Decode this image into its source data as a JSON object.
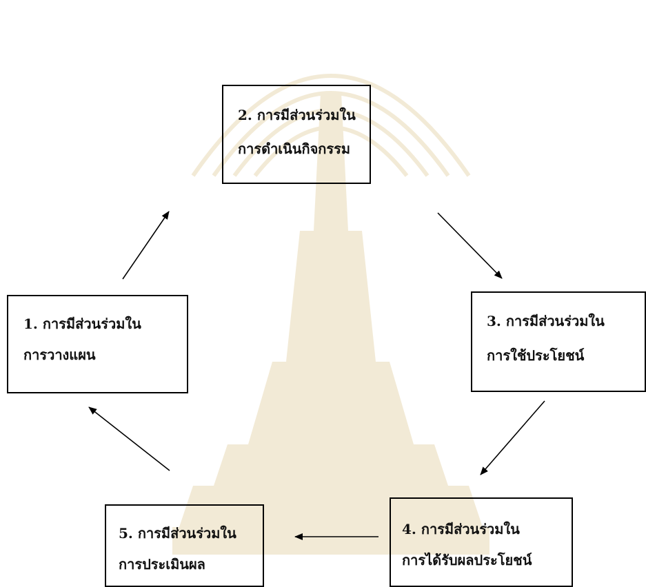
{
  "steps": [
    {
      "line1": "2. การมีส่วนร่วมใน",
      "line2": "การดำเนินกิจกรรม"
    },
    {
      "line1": "1. การมีส่วนร่วมใน",
      "line2": "การวางแผน"
    },
    {
      "line1": "3. การมีส่วนร่วมใน",
      "line2": "การใช้ประโยชน์"
    },
    {
      "line1": "5. การมีส่วนร่วมใน",
      "line2": "การประเมินผล"
    },
    {
      "line1": "4. การมีส่วนร่วมใน",
      "line2": "การได้รับผลประโยชน์"
    }
  ],
  "colors": {
    "stroke": "#000000",
    "watermark": "#c9a24a"
  }
}
